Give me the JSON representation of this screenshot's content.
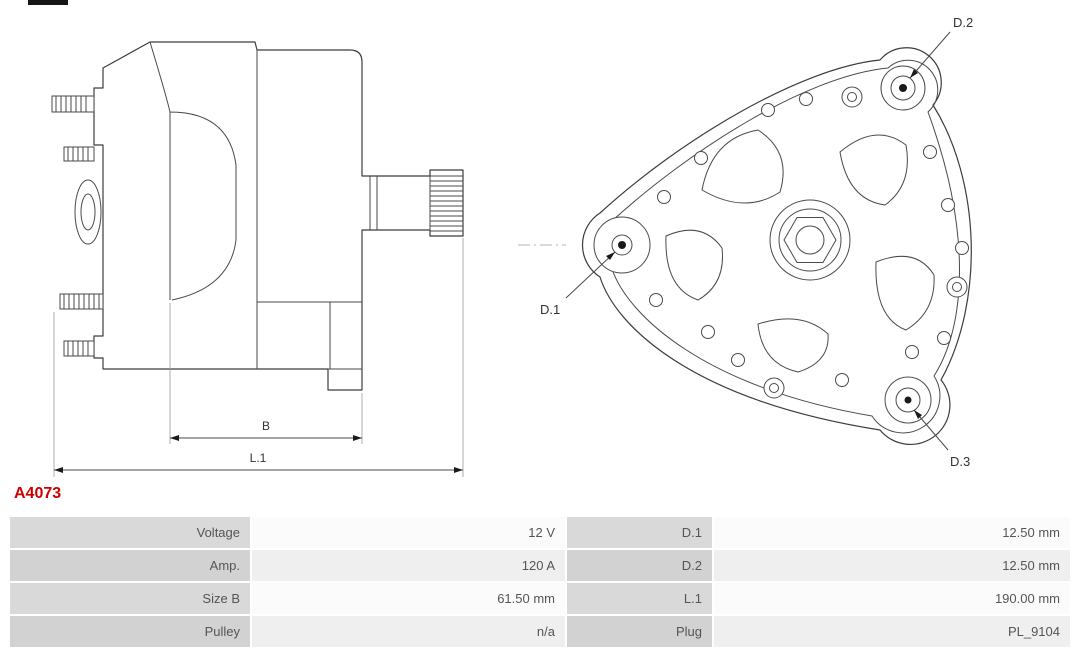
{
  "part_number": "A4073",
  "colors": {
    "part_number_red": "#cc0000",
    "drawing_line": "#3c3c3c",
    "table_label_bg": "#d9d9d9",
    "table_label_bg_alt": "#d2d2d2",
    "table_value_bg": "#fbfbfb",
    "table_value_bg_alt": "#efefef"
  },
  "diagram": {
    "side_view": {
      "dim_b": "B",
      "dim_l1": "L.1"
    },
    "rear_view": {
      "d1": "D.1",
      "d2": "D.2",
      "d3": "D.3"
    }
  },
  "spec_table": {
    "rows": [
      {
        "label_left": "Voltage",
        "value_left": "12 V",
        "label_right": "D.1",
        "value_right": "12.50 mm"
      },
      {
        "label_left": "Amp.",
        "value_left": "120 A",
        "label_right": "D.2",
        "value_right": "12.50 mm"
      },
      {
        "label_left": "Size B",
        "value_left": "61.50 mm",
        "label_right": "L.1",
        "value_right": "190.00 mm"
      },
      {
        "label_left": "Pulley",
        "value_left": "n/a",
        "label_right": "Plug",
        "value_right": "PL_9104"
      }
    ]
  }
}
